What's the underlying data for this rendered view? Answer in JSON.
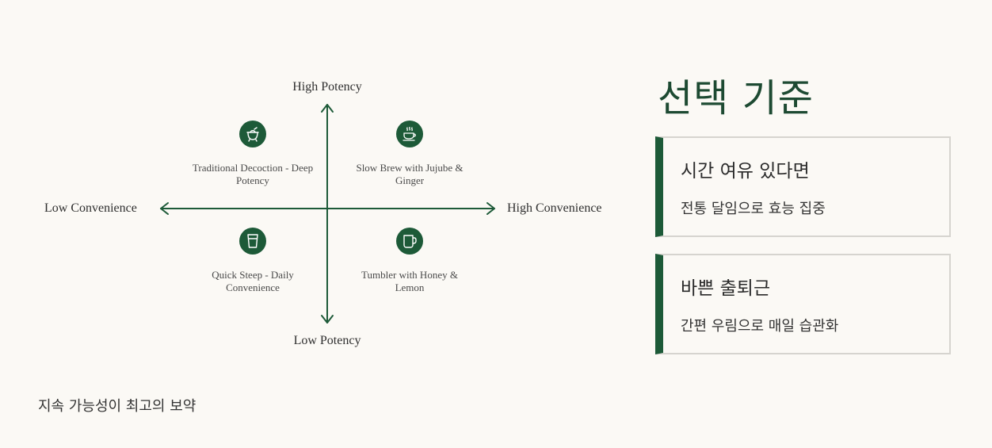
{
  "matrix": {
    "axis_top": "High Potency",
    "axis_bottom": "Low Potency",
    "axis_left": "Low Convenience",
    "axis_right": "High Convenience",
    "quadrants": {
      "top_left": {
        "label": "Traditional Decoction - Deep Potency",
        "icon": "pot-icon"
      },
      "top_right": {
        "label": "Slow Brew with Jujube & Ginger",
        "icon": "teacup-steam-icon"
      },
      "bottom_left": {
        "label": "Quick Steep - Daily Convenience",
        "icon": "glass-icon"
      },
      "bottom_right": {
        "label": "Tumbler with Honey & Lemon",
        "icon": "mug-icon"
      }
    },
    "color": "#1d5a38"
  },
  "panel": {
    "title": "선택 기준",
    "cards": [
      {
        "title": "시간 여유 있다면",
        "body": "전통 달임으로 효능 집중"
      },
      {
        "title": "바쁜 출퇴근",
        "body": "간편 우림으로 매일 습관화"
      }
    ]
  },
  "footer": {
    "note": "지속 가능성이 최고의 보약"
  }
}
